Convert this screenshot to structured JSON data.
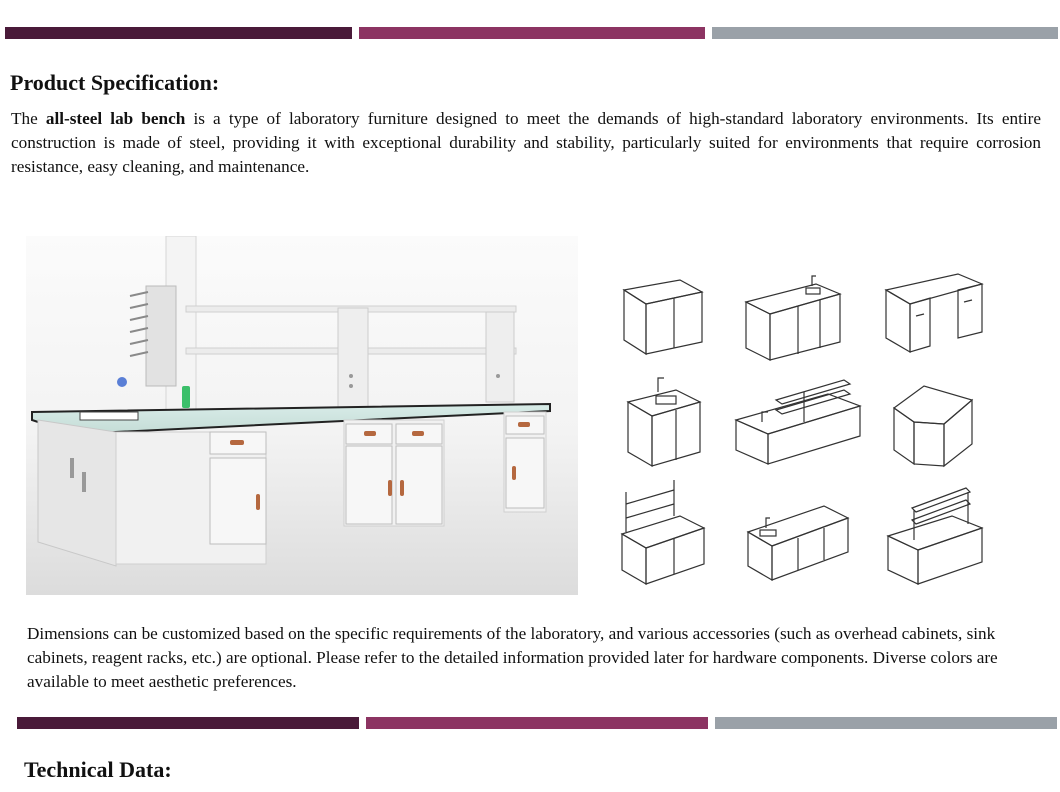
{
  "colors": {
    "bar_dark": "#4a1a39",
    "bar_magenta": "#8c3462",
    "bar_grey": "#9aa1a8"
  },
  "spec": {
    "heading": "Product Specification:",
    "intro_prefix": "The ",
    "intro_bold": "all-steel lab bench",
    "intro_rest": " is a type of laboratory furniture designed to meet the demands of high-standard laboratory environments. Its entire construction is made of steel, providing it with exceptional durability and stability, particularly suited for environments that require corrosion resistance, easy cleaning, and maintenance."
  },
  "dimensions_text": "Dimensions can be customized based on the specific requirements of the laboratory, and various accessories (such as overhead cabinets, sink cabinets, reagent racks, etc.) are optional. Please refer to the detailed information provided later for hardware components. Diverse colors are available to meet aesthetic preferences.",
  "technical": {
    "heading": "Technical Data:"
  }
}
